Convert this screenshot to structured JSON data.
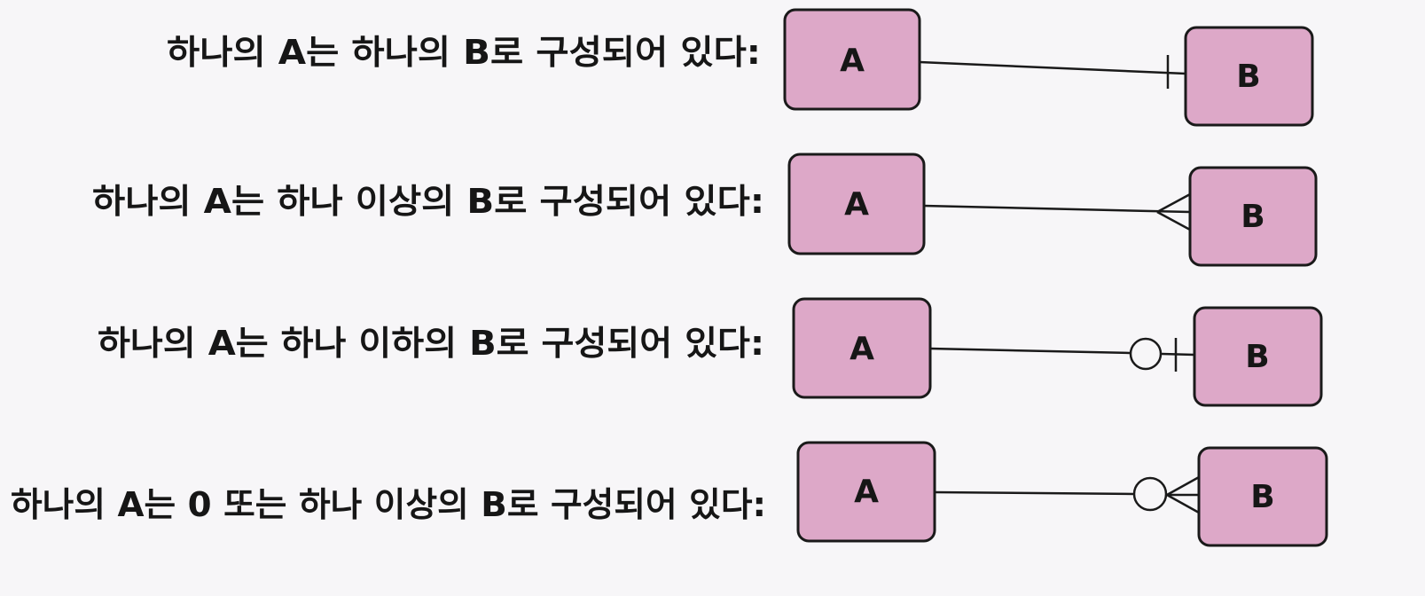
{
  "rows": [
    {
      "label": "하나의 A는 하나의 B로 구성되어 있다:",
      "entity_a": "A",
      "entity_b": "B",
      "cardinality": "exactly-one",
      "notation_marks": [
        "bar"
      ]
    },
    {
      "label": "하나의 A는 하나 이상의 B로 구성되어 있다:",
      "entity_a": "A",
      "entity_b": "B",
      "cardinality": "one-or-more",
      "notation_marks": [
        "crow-foot"
      ]
    },
    {
      "label": "하나의 A는 하나 이하의 B로 구성되어 있다:",
      "entity_a": "A",
      "entity_b": "B",
      "cardinality": "zero-or-one",
      "notation_marks": [
        "circle",
        "bar"
      ]
    },
    {
      "label": "하나의 A는 0 또는 하나 이상의 B로 구성되어 있다:",
      "entity_a": "A",
      "entity_b": "B",
      "cardinality": "zero-or-more",
      "notation_marks": [
        "circle",
        "crow-foot"
      ]
    }
  ],
  "colors": {
    "background": "#f7f6f8",
    "entity_fill": "#dda8c8",
    "ink": "#1a1a1a"
  }
}
